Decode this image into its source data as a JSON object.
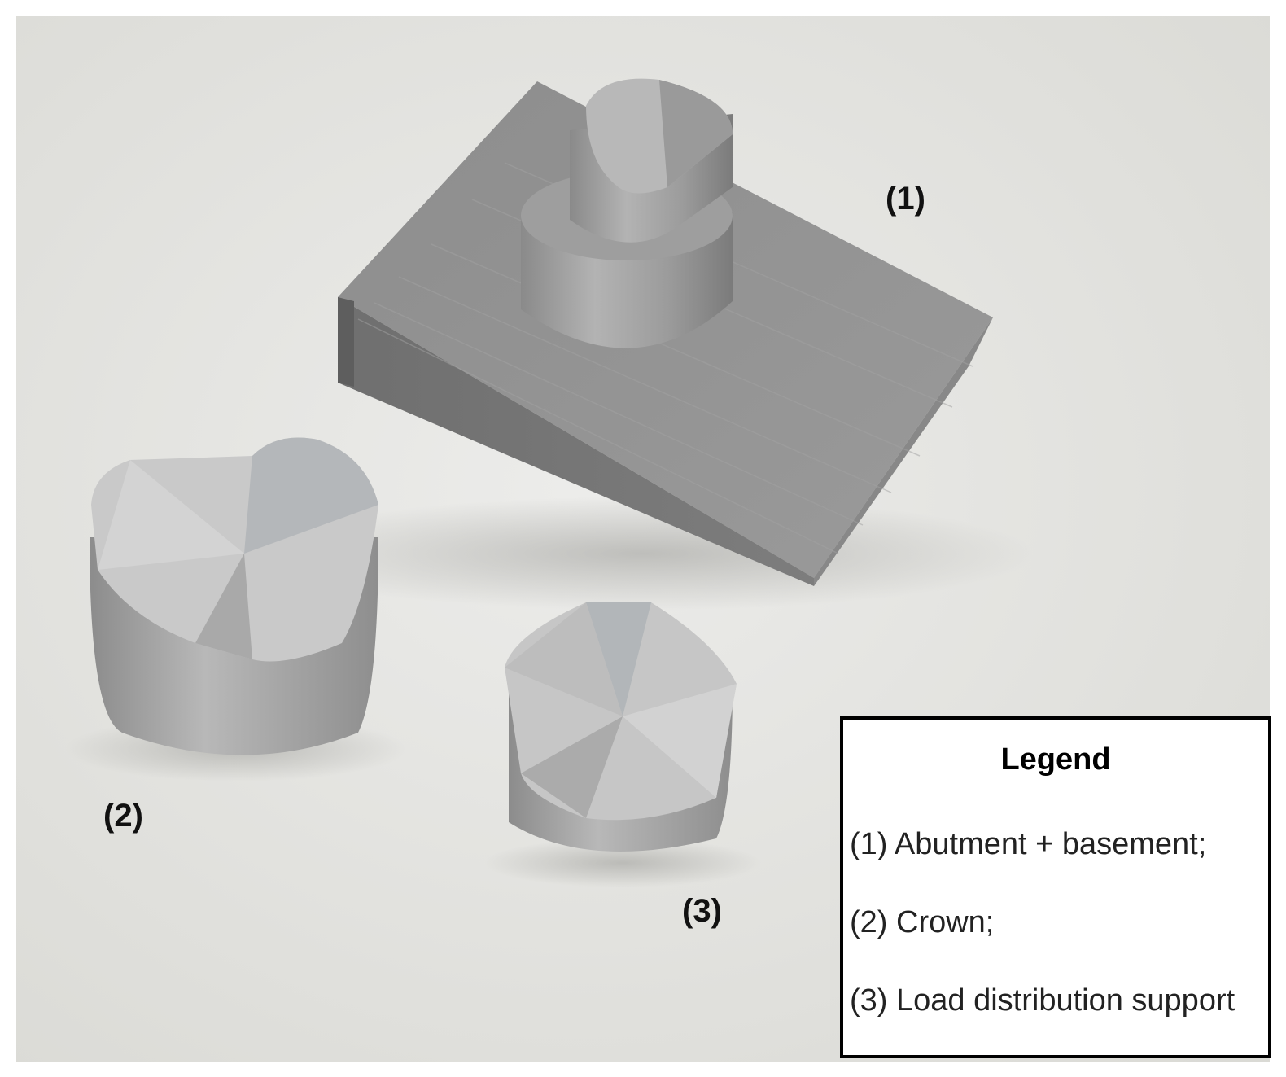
{
  "labels": {
    "part1": "(1)",
    "part2": "(2)",
    "part3": "(3)"
  },
  "legend": {
    "title": "Legend",
    "items": [
      "(1) Abutment + basement;",
      "(2) Crown;",
      "(3) Load distribution support"
    ]
  },
  "colors": {
    "background": "#e4e4df",
    "metal_dark": "#7f7f7f",
    "metal_light": "#c9cbcd",
    "legend_border": "#000000"
  }
}
